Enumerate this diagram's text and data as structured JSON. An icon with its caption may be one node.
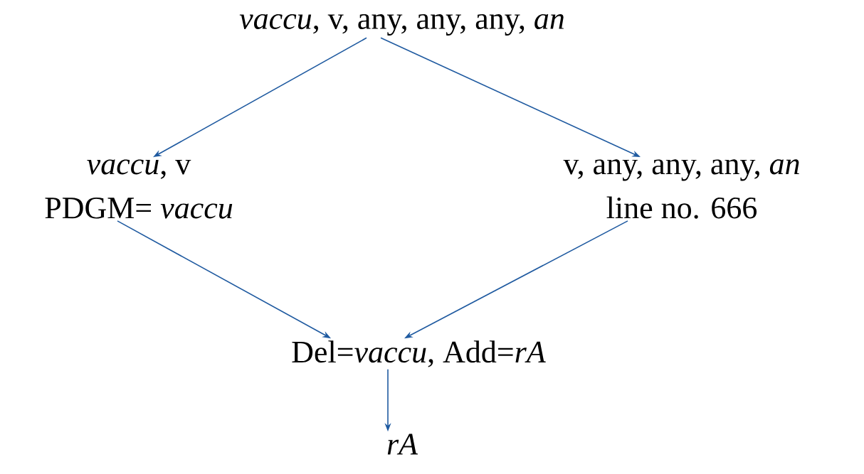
{
  "diagram": {
    "nodes": [
      {
        "text": [
          "*vaccu*, v, any, any, any, *an*"
        ]
      },
      {
        "text": [
          "*vaccu*, v",
          "PDGM= *vaccu*"
        ]
      },
      {
        "text": [
          "v, any, any, any, *an*",
          "line no. 666"
        ]
      },
      {
        "text": [
          "Del=*vaccu*, Add=*rA*"
        ]
      },
      {
        "text": [
          "rA"
        ]
      }
    ],
    "edges": [
      {
        "from": 0,
        "to": 1,
        "arrow": "to"
      },
      {
        "from": 0,
        "to": 2,
        "arrow": "to"
      },
      {
        "from": 1,
        "to": 3,
        "arrow": "to"
      },
      {
        "from": 2,
        "to": 3,
        "arrow": "to"
      },
      {
        "from": 3,
        "to": 4,
        "arrow": "to"
      }
    ]
  }
}
